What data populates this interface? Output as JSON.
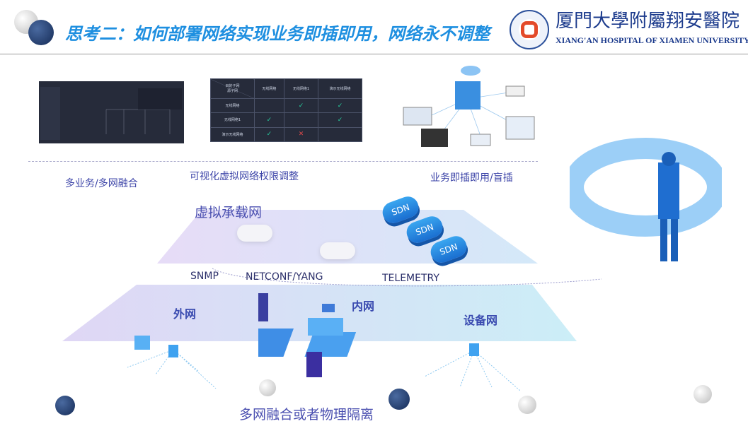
{
  "title": "思考二：如何部署网络实现业务即插即用，网络永不调整",
  "logo": {
    "cn": "厦門大學附屬翔安醫院",
    "en": "XIANG'AN HOSPITAL OF XIAMEN UNIVERSITY"
  },
  "table": {
    "corner_top": "目的子网",
    "corner_bottom": "源子网",
    "cols": [
      "无线网络",
      "无线网络1",
      "演示无线网络"
    ],
    "rows": [
      {
        "name": "无线网络",
        "cells": [
          "",
          "✓",
          "✓"
        ]
      },
      {
        "name": "无线网络1",
        "cells": [
          "✓",
          "",
          "✓"
        ]
      },
      {
        "name": "演示无线网络",
        "cells": [
          "✓",
          "✕",
          ""
        ]
      }
    ]
  },
  "labels": {
    "multi": "多业务/多网融合",
    "visual": "可视化虚拟网络权限调整",
    "plug": "业务即插即用/盲插"
  },
  "virtual": "虚拟承载网",
  "sdn": [
    "SDN",
    "SDN",
    "SDN"
  ],
  "protocols": [
    "SNMP",
    "NETCONF/YANG",
    "TELEMETRY"
  ],
  "nets": {
    "outer": "外网",
    "inner": "内网",
    "device": "设备网"
  },
  "bottom": "多网融合或者物理隔离",
  "colors": {
    "title": "#1e8fe0",
    "accent": "#3a4bb0"
  }
}
